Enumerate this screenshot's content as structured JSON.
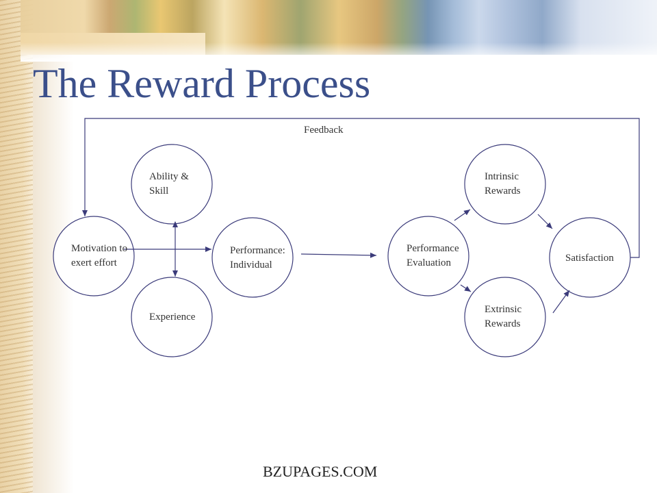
{
  "slide": {
    "title": "The Reward Process",
    "footer": "BZUPAGES.COM"
  },
  "colors": {
    "title": "#3b4f8a",
    "node_stroke": "#3b3b7a",
    "arrow": "#3b3b7a"
  },
  "diagram": {
    "feedback_label": "Feedback",
    "nodes": {
      "ability": "Ability &\nSkill",
      "motivation": "Motivation to\nexert effort",
      "experience": "Experience",
      "performance_individual": "Performance:\nIndividual",
      "performance_evaluation": "Performance\nEvaluation",
      "intrinsic": "Intrinsic\nRewards",
      "extrinsic": "Extrinsic\nRewards",
      "satisfaction": "Satisfaction"
    },
    "edges": [
      {
        "from": "Motivation to exert effort",
        "to": "Performance: Individual"
      },
      {
        "from": "Ability & Skill",
        "to": "Experience",
        "bidirectional": true
      },
      {
        "from": "Performance: Individual",
        "to": "Performance Evaluation"
      },
      {
        "from": "Performance Evaluation",
        "to": "Intrinsic Rewards"
      },
      {
        "from": "Performance Evaluation",
        "to": "Extrinsic Rewards"
      },
      {
        "from": "Intrinsic Rewards",
        "to": "Satisfaction"
      },
      {
        "from": "Extrinsic Rewards",
        "to": "Satisfaction"
      },
      {
        "from": "Satisfaction",
        "to": "Motivation to exert effort",
        "label": "Feedback"
      }
    ]
  }
}
